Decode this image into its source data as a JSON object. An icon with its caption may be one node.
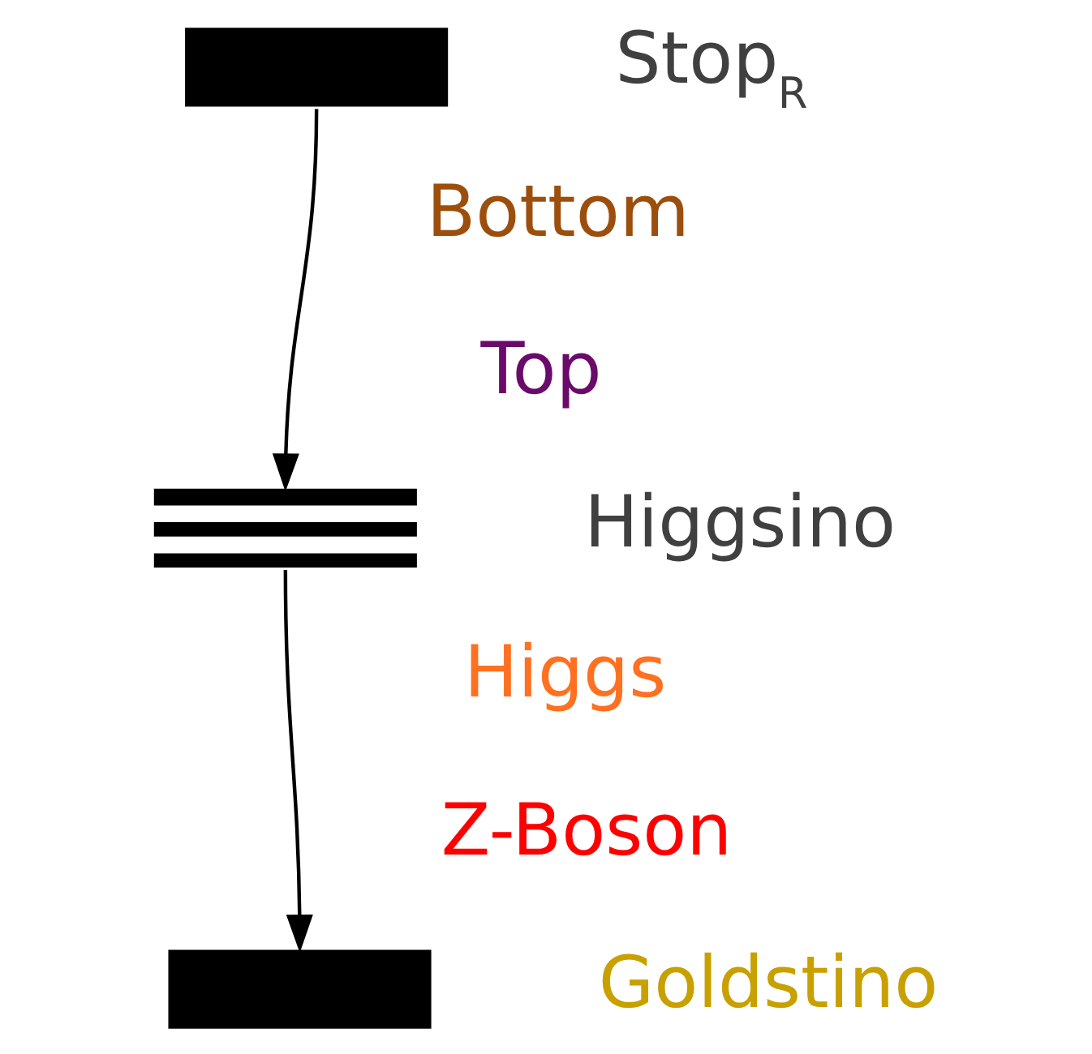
{
  "diagram": {
    "nodes": [
      {
        "text": [],
        "shape": "bar",
        "beside": [
          "Stop$_{R}$"
        ]
      },
      {
        "text": [],
        "shape": "bar",
        "beside": [
          "Higgsino"
        ]
      },
      {
        "text": [],
        "shape": "bar",
        "beside": [
          "Goldstino"
        ]
      }
    ],
    "edges": [
      {
        "from": 0,
        "to": 1,
        "arrow": "to"
      },
      {
        "from": 1,
        "to": 2,
        "arrow": "to"
      }
    ],
    "labels": [
      "Bottom",
      "Top",
      "Higgs",
      "Z-Boson"
    ]
  }
}
